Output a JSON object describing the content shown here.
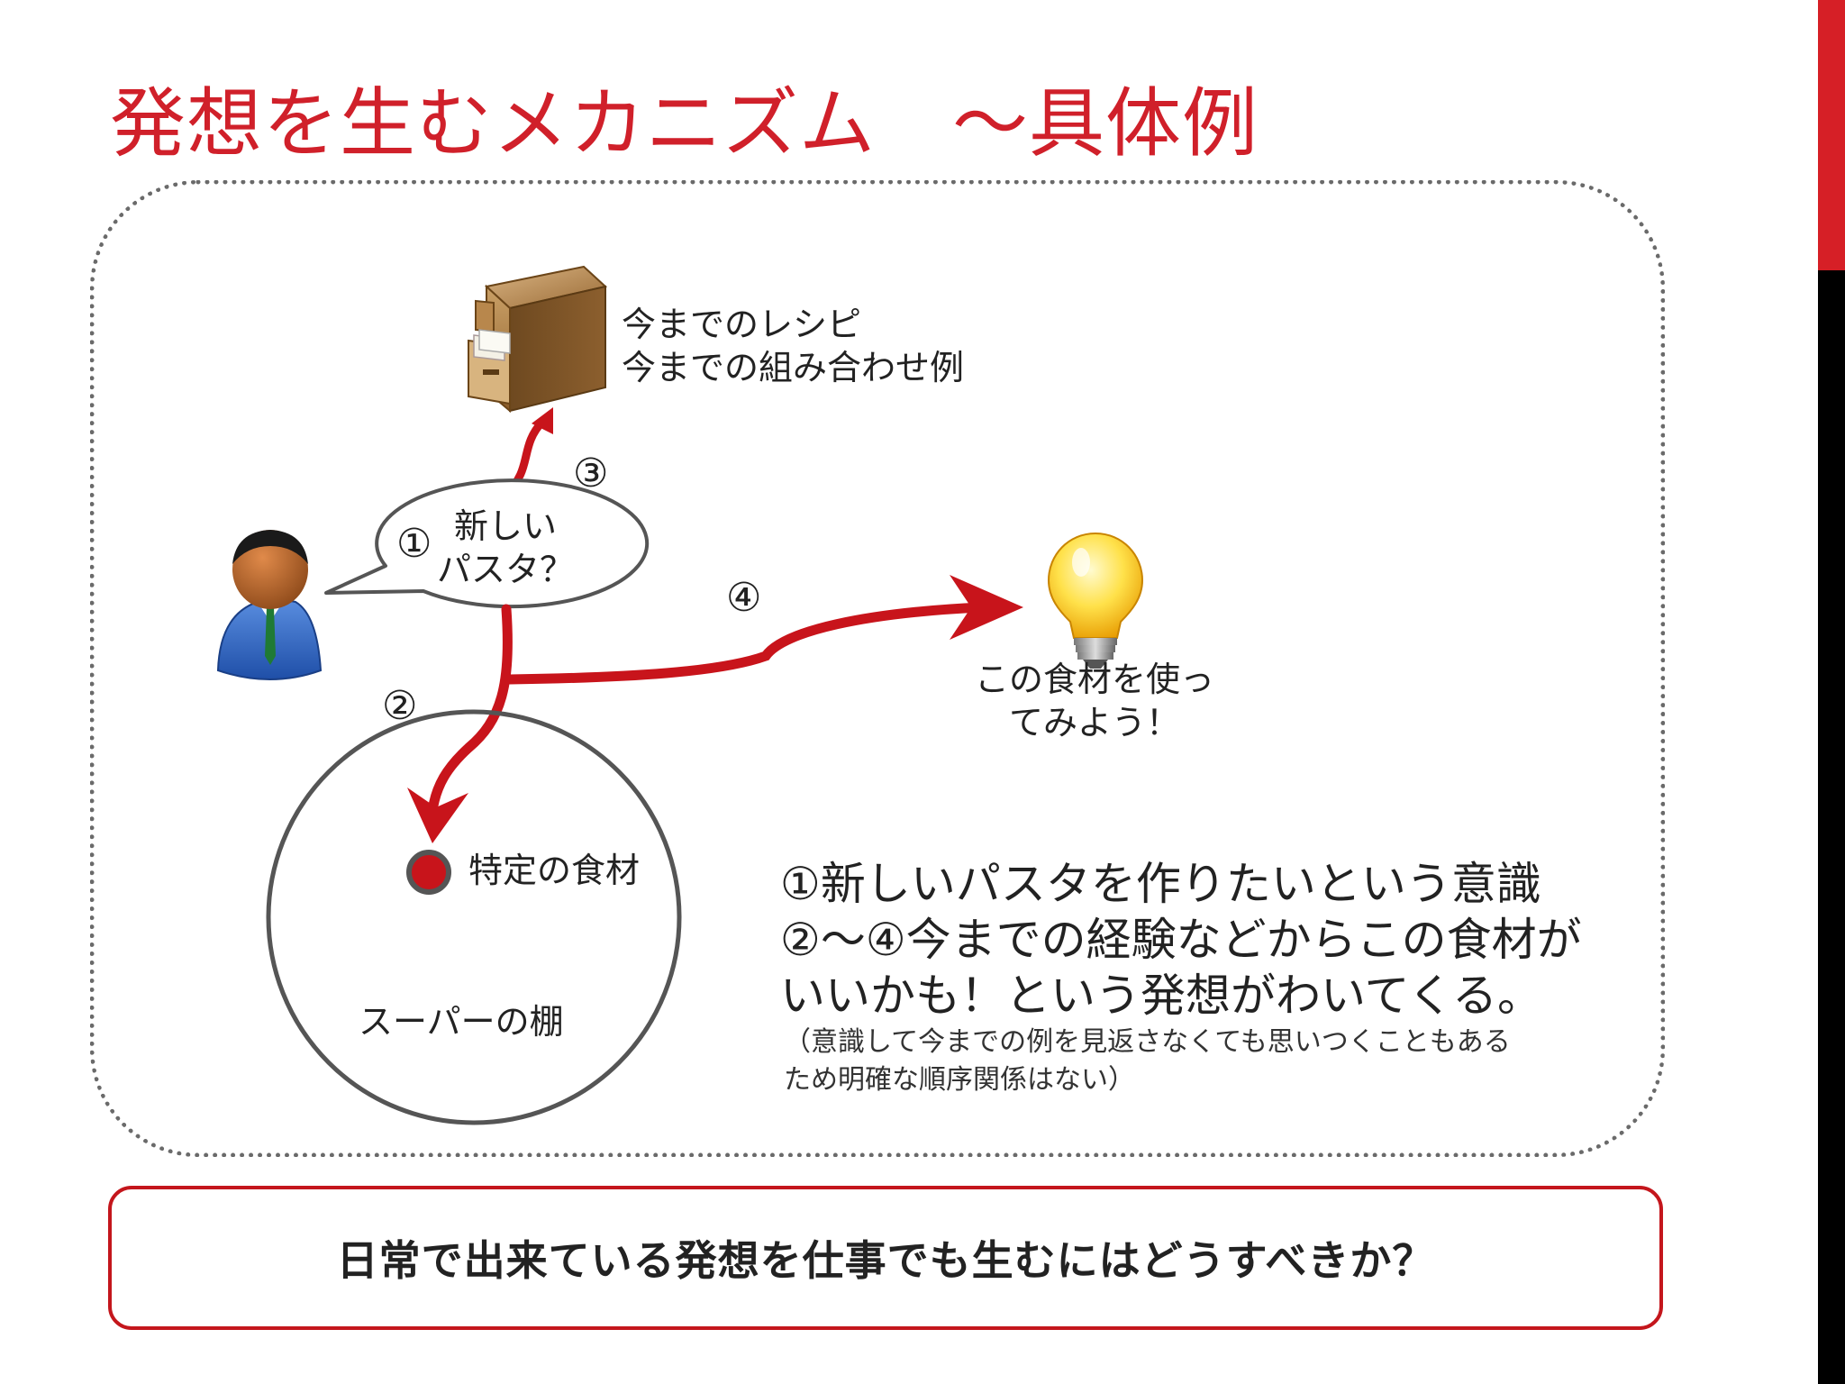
{
  "title": "発想を生むメカニズム　～具体例",
  "cabinet": {
    "lines": [
      "今までのレシピ",
      "今までの組み合わせ例"
    ]
  },
  "bubble": {
    "lines": [
      "新しい",
      "パスタ？"
    ]
  },
  "lightbulb": {
    "lines": [
      "この食材を使っ",
      "てみよう！"
    ]
  },
  "shelf": {
    "label": "スーパーの棚",
    "ingredient": "特定の食材"
  },
  "step_markers": {
    "one": "①",
    "two": "②",
    "three": "③",
    "four": "④"
  },
  "explanation": {
    "lines": [
      "①新しいパスタを作りたいという意識",
      "②～④今までの経験などからこの食材が",
      "いいかも！という発想がわいてくる。"
    ],
    "note_lines": [
      "（意識して今までの例を見返さなくても思いつくこともある",
      "ため明確な順序関係はない）"
    ]
  },
  "question": "日常で出来ている発想を仕事でも生むにはどうすべきか？",
  "colors": {
    "accent_red": "#d0202a",
    "arrow_red": "#c8141b",
    "frame_gray": "#6a6a6a"
  },
  "icons": [
    "file-cabinet-icon",
    "person-icon",
    "lightbulb-icon"
  ]
}
